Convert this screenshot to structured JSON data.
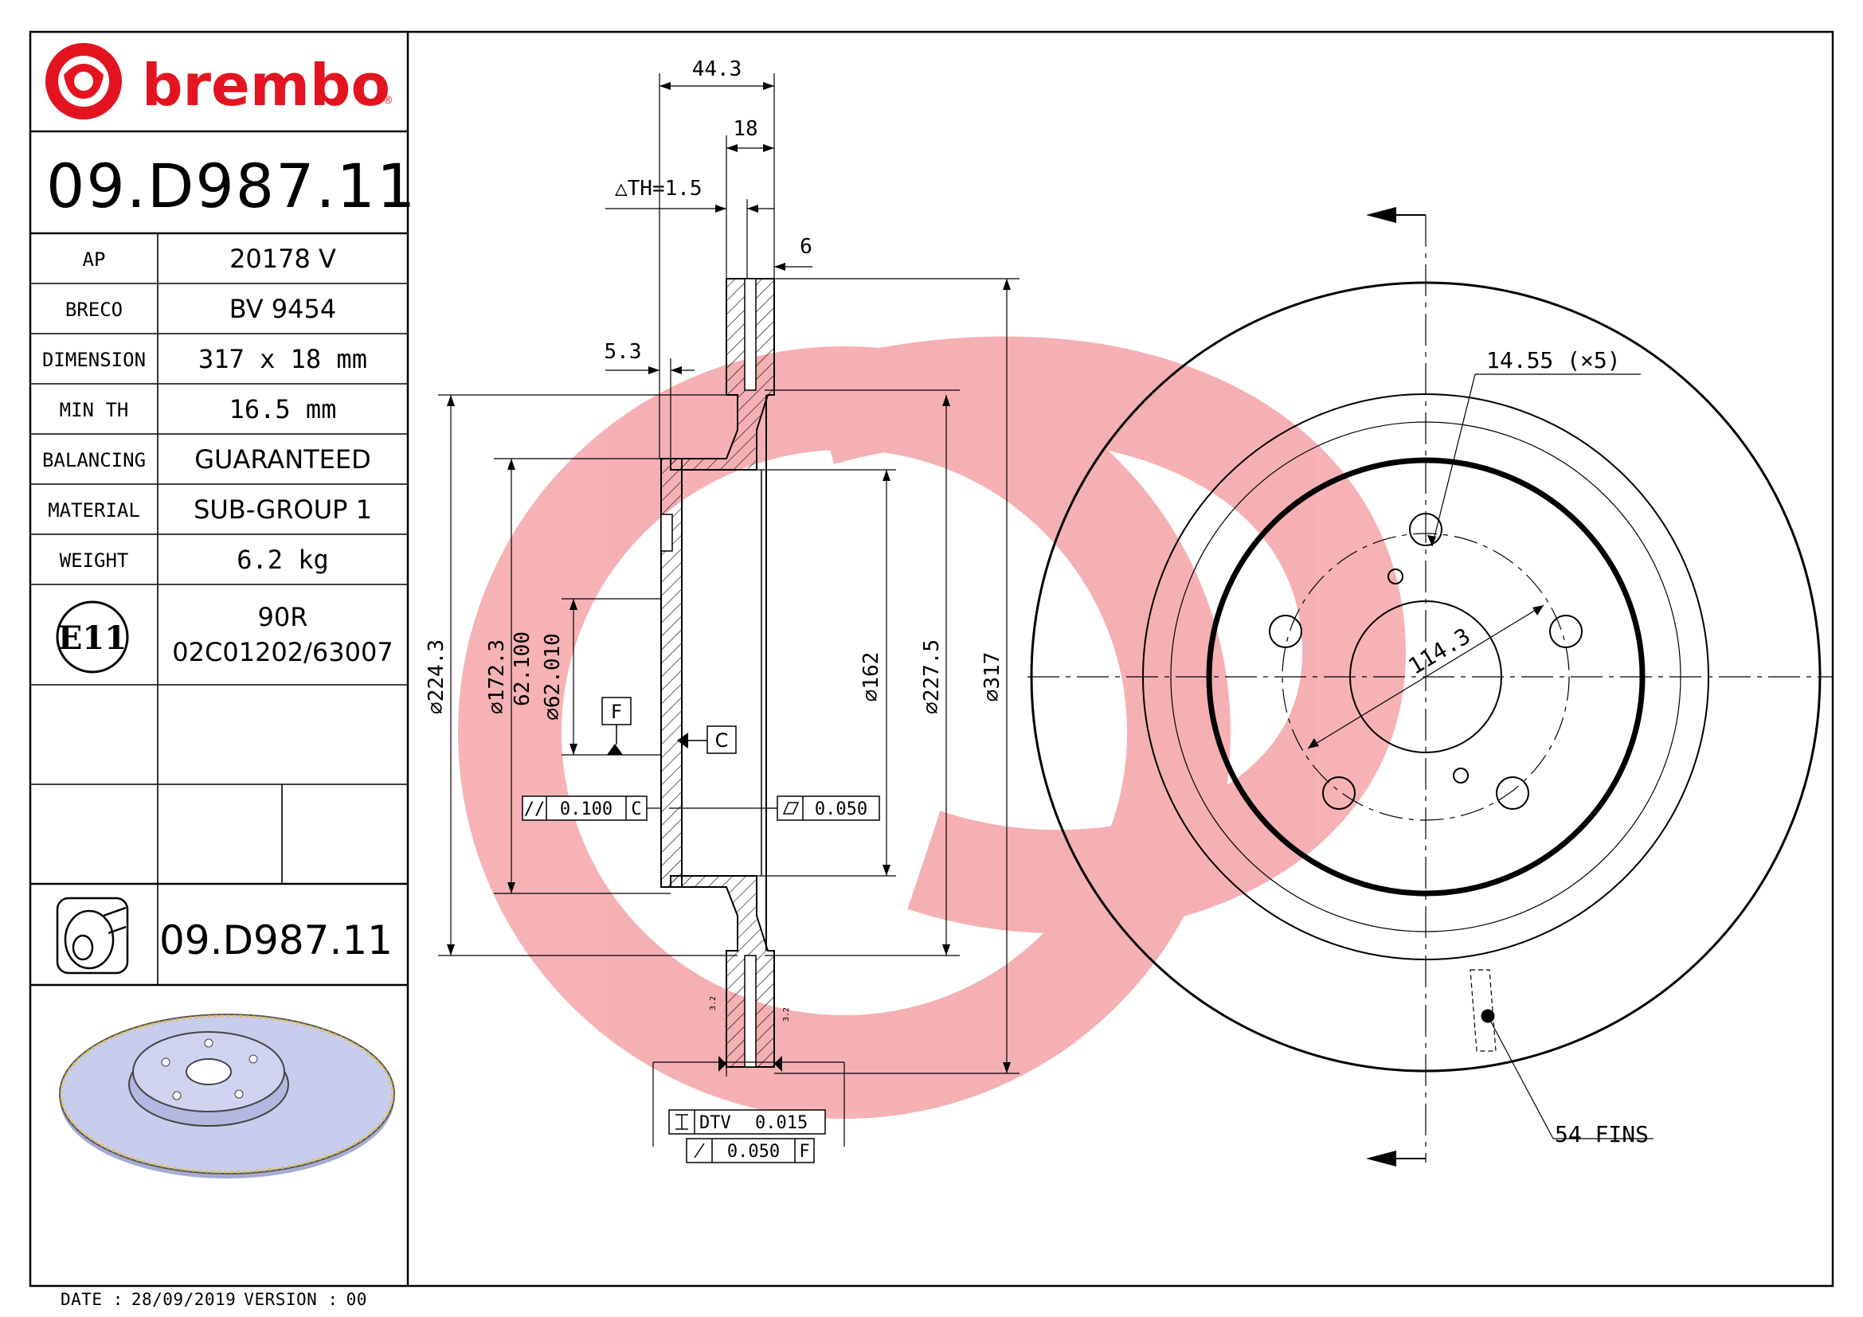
{
  "brand": "brembo",
  "part_number": "09.D987.11",
  "specs": [
    {
      "label": "AP",
      "value": "20178 V"
    },
    {
      "label": "BRECO",
      "value": "BV 9454"
    },
    {
      "label": "DIMENSION",
      "value": "317 x 18 mm"
    },
    {
      "label": "MIN TH",
      "value": "16.5 mm"
    },
    {
      "label": "BALANCING",
      "value": "GUARANTEED"
    },
    {
      "label": "MATERIAL",
      "value": "SUB-GROUP 1"
    },
    {
      "label": "WEIGHT",
      "value": "6.2 kg"
    }
  ],
  "homologation": {
    "mark": "E11",
    "line1": "90R",
    "line2": "02C01202/63007"
  },
  "footer_part_number": "09.D987.11",
  "footer": {
    "date_label": "DATE :",
    "date": "28/09/2019",
    "version_label": "VERSION :",
    "version": "00"
  },
  "dimensions": {
    "overall_height": "44.3",
    "thickness": "18",
    "th_tolerance": "△TH=1.5",
    "braking_band": "6",
    "hat_offset": "5.3",
    "dia_224": "⌀224.3",
    "dia_172": "⌀172.3",
    "dia_62_upper": "62.100",
    "dia_62_lower": "⌀62.010",
    "dia_162": "⌀162",
    "dia_227": "⌀227.5",
    "dia_317": "⌀317",
    "pcd": "114.3",
    "bolt_holes": "14.55 (×5)",
    "fins": "54 FINS",
    "datum_f": "F",
    "datum_c": "C",
    "roughness_left": "3.2",
    "roughness_right": "3.2"
  },
  "tolerances": {
    "parallelism_value": "0.100",
    "parallelism_datum": "C",
    "flatness_value": "0.050",
    "dtv_label": "DTV",
    "dtv_value": "0.015",
    "runout_value": "0.050",
    "runout_datum": "F"
  },
  "colors": {
    "brand_red": "#e3141f",
    "watermark": "#f3c3c7",
    "render_blue": "#b9bde3"
  }
}
